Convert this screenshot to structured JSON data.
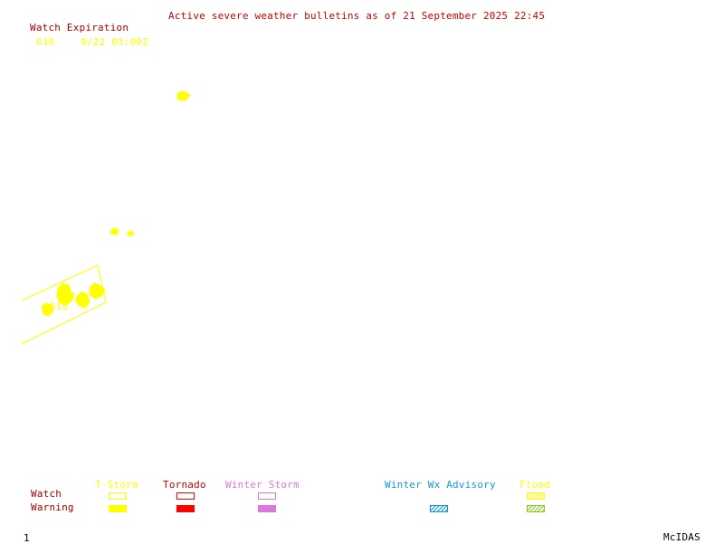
{
  "title": "Active severe weather bulletins as of 21 September 2025 22:45",
  "watch_expiration": {
    "header": "Watch Expiration",
    "entries": [
      {
        "id": "616",
        "expires": "9/22 03:00Z"
      }
    ]
  },
  "map": {
    "watch_label": "616",
    "colors": {
      "watch_outline": "#ffff00",
      "warning_fill": "#ffff00"
    }
  },
  "legend": {
    "row_watch": "Watch",
    "row_warning": "Warning",
    "categories": [
      {
        "name": "T-Storm",
        "color": "#ffff00"
      },
      {
        "name": "Tornado",
        "color": "#ff0000"
      },
      {
        "name": "Winter Storm",
        "color": "#dd77dd"
      },
      {
        "name": "Winter Wx Advisory",
        "color": "#1199dd"
      },
      {
        "name": "Flood",
        "color": "#88cc22"
      }
    ]
  },
  "footer": {
    "frame_number": "1",
    "brand": "McIDAS"
  },
  "colors": {
    "title": "#cc0000",
    "label_red": "#aa0000",
    "text_yellow": "#ffff00"
  }
}
